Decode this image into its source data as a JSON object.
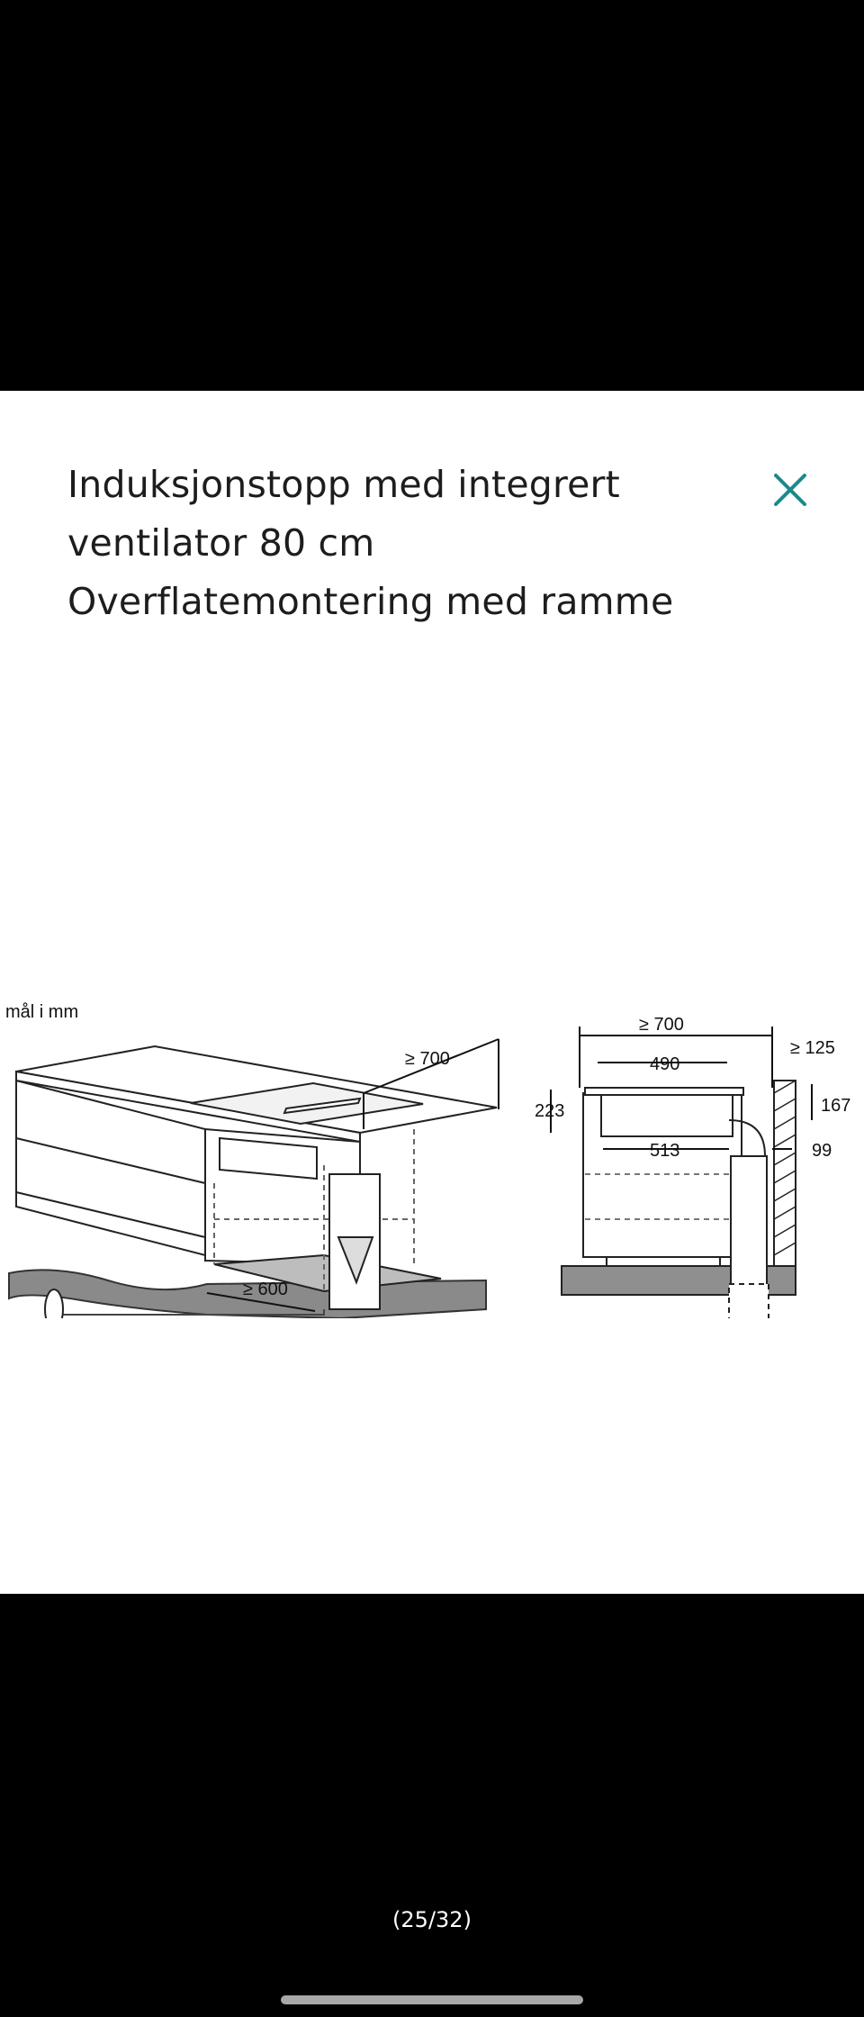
{
  "modal": {
    "title_lines": [
      "Induksjonstopp med integrert",
      "ventilator 80 cm",
      "Overflatemontering med ramme"
    ],
    "close_icon": "close-icon",
    "accent_color": "#1a8a8a"
  },
  "diagram": {
    "units_label": "mål i mm",
    "perspective_labels": {
      "depth": "≥ 700",
      "duct": "≥ 600"
    },
    "side_labels": {
      "depth": "≥ 700",
      "width": "490",
      "wall_gap": "≥ 125",
      "height_left": "223",
      "height_right": "167",
      "inner": "513",
      "pipe": "99"
    }
  },
  "gallery": {
    "counter": "(25/32)"
  }
}
